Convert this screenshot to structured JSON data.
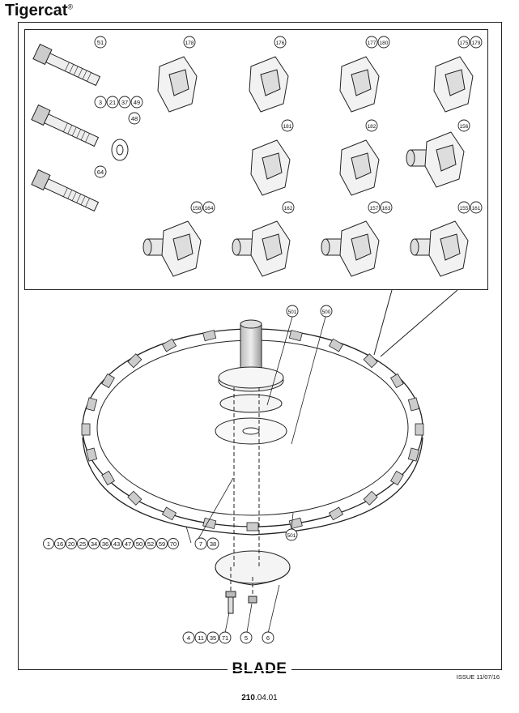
{
  "header": {
    "brand": "Tigercat",
    "reg": "®"
  },
  "title": "BLADE",
  "footer": {
    "issue": "ISSUE 11/07/16",
    "page_bold": "210",
    "page_rest": ".04.01"
  },
  "inset_callouts": {
    "bolt_51": [
      "51"
    ],
    "bolt_3": [
      "3",
      "21",
      "37",
      "49"
    ],
    "washer": [
      "48"
    ],
    "bolt_64": [
      "64"
    ],
    "tooth_178": [
      "178"
    ],
    "tooth_176": [
      "176"
    ],
    "tooth_177": [
      "177",
      "180"
    ],
    "tooth_175": [
      "175",
      "179"
    ],
    "tooth_181": [
      "181"
    ],
    "tooth_182": [
      "182"
    ],
    "tooth_156": [
      "156"
    ],
    "tooth_158": [
      "158",
      "164"
    ],
    "tooth_162": [
      "162"
    ],
    "tooth_157": [
      "157",
      "163"
    ],
    "tooth_155": [
      "155",
      "161"
    ]
  },
  "main_callouts": {
    "c501_top": [
      "501"
    ],
    "c500": [
      "500"
    ],
    "left_group": [
      "1",
      "16",
      "20",
      "25",
      "34",
      "36",
      "43",
      "47",
      "50",
      "52",
      "59",
      "70"
    ],
    "c7": [
      "7",
      "38"
    ],
    "c501_bottom": [
      "501"
    ],
    "c4": [
      "4",
      "11",
      "35",
      "71"
    ],
    "c5": [
      "5"
    ],
    "c6": [
      "6"
    ]
  }
}
